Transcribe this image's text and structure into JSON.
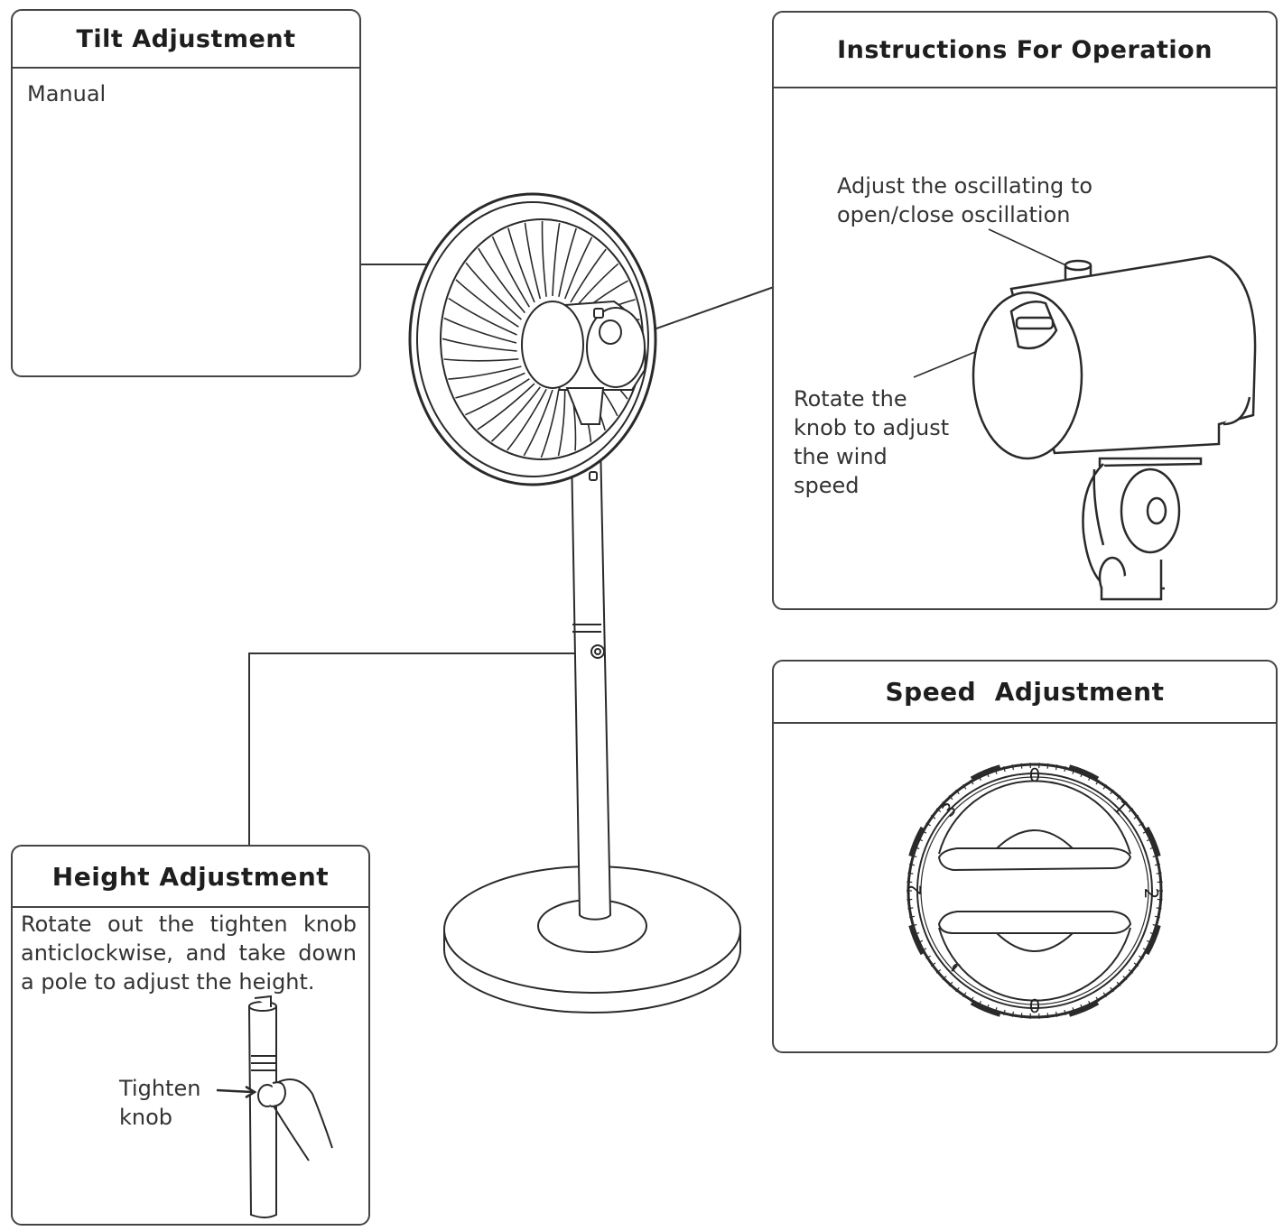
{
  "panels": {
    "tilt": {
      "title": "Tilt Adjustment",
      "label": "Manual"
    },
    "operation": {
      "title": "Instructions For Operation",
      "oscillation_label": [
        "Adjust the oscillating to",
        "open/close oscillation"
      ],
      "speed_label": [
        "Rotate the",
        "knob to adjust",
        "the wind",
        "speed"
      ]
    },
    "speed": {
      "title": "Speed  Adjustment",
      "dial_marks": [
        "0",
        "1",
        "2",
        "0",
        "2",
        "3"
      ]
    },
    "height": {
      "title": "Height Adjustment",
      "instruction": "Rotate out the tighten knob anticlockwise, and take down a pole to adjust the height.",
      "knob_label": [
        "Tighten",
        "knob"
      ]
    }
  }
}
